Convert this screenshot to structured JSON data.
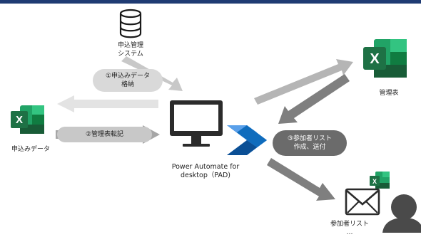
{
  "database": {
    "label_line1": "申込管理",
    "label_line2": "システム"
  },
  "management_excel": {
    "label": "管理表"
  },
  "application_excel": {
    "label": "申込みデータ"
  },
  "pad": {
    "label_line1": "Power Automate for",
    "label_line2": "desktop（PAD)"
  },
  "steps": {
    "step1_line1": "①申込みデータ",
    "step1_line2": "格納",
    "step2": "②管理表転記",
    "step3_line1": "③参加者リスト",
    "step3_line2": "作成、送付"
  },
  "participants": {
    "label_line1": "参加者リスト",
    "label_line2": "…"
  },
  "icons": {
    "database": "database-icon",
    "excel": "excel-icon",
    "monitor": "monitor-icon",
    "power_automate": "power-automate-icon",
    "mail": "mail-icon",
    "person": "person-icon"
  },
  "colors": {
    "top_bar": "#1f3b73",
    "excel_green": "#1e7145",
    "pad_blue": "#0f6cbd",
    "arrow_light": "#c8c8c8",
    "arrow_mid": "#a6a6a6",
    "arrow_dark": "#7f7f7f",
    "step3_pill": "#6b6b6b"
  }
}
